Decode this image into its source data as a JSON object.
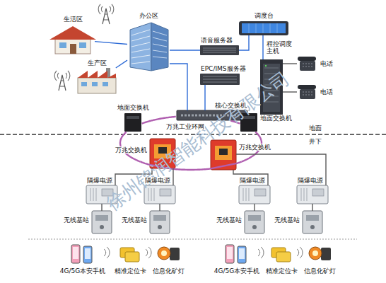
{
  "diagram": {
    "nodes": [
      {
        "text": [
          "生活区"
        ]
      },
      {
        "text": [
          "生产区"
        ]
      },
      {
        "text": [
          "办公区"
        ]
      },
      {
        "text": [
          "调度台"
        ]
      },
      {
        "text": [
          "语音服务器"
        ]
      },
      {
        "text": [
          "程控调度主机"
        ]
      },
      {
        "text": [
          "电话"
        ]
      },
      {
        "text": [
          "电话"
        ]
      },
      {
        "text": [
          "EPC/IMS服务器"
        ]
      },
      {
        "text": [
          "核心交换机"
        ]
      },
      {
        "text": [
          "地面交换机"
        ]
      },
      {
        "text": [
          "地面交换机"
        ]
      },
      {
        "text": [
          "万兆交换机"
        ]
      },
      {
        "text": [
          "万兆交换机"
        ]
      },
      {
        "text": [
          "隔爆电源"
        ]
      },
      {
        "text": [
          "隔爆电源"
        ]
      },
      {
        "text": [
          "隔爆电源"
        ]
      },
      {
        "text": [
          "隔爆电源"
        ]
      },
      {
        "text": [
          "无线基站"
        ]
      },
      {
        "text": [
          "无线基站"
        ]
      },
      {
        "text": [
          "无线基站"
        ]
      },
      {
        "text": [
          "无线基站"
        ]
      },
      {
        "text": [
          "4G/5G本安手机"
        ]
      },
      {
        "text": [
          "精准定位卡"
        ]
      },
      {
        "text": [
          "信息化矿灯"
        ]
      },
      {
        "text": [
          "4G/5G本安手机"
        ]
      },
      {
        "text": [
          "精准定位卡"
        ]
      },
      {
        "text": [
          "信息化矿灯"
        ]
      }
    ],
    "edges": [
      {
        "from": 0,
        "to": 2,
        "arrow": "none"
      },
      {
        "from": 1,
        "to": 2,
        "arrow": "none"
      },
      {
        "from": 2,
        "to": 4,
        "arrow": "none"
      },
      {
        "from": 2,
        "to": 9,
        "arrow": "none"
      },
      {
        "from": 8,
        "to": 9,
        "arrow": "none"
      },
      {
        "from": 4,
        "to": 3,
        "arrow": "none"
      },
      {
        "from": 3,
        "to": 5,
        "arrow": "none"
      },
      {
        "from": 5,
        "to": 6,
        "arrow": "none"
      },
      {
        "from": 5,
        "to": 7,
        "arrow": "none"
      },
      {
        "from": 9,
        "to": 10,
        "arrow": "none"
      },
      {
        "from": 9,
        "to": 11,
        "arrow": "none"
      },
      {
        "from": 10,
        "to": 12,
        "arrow": "none"
      },
      {
        "from": 12,
        "to": 13,
        "arrow": "none"
      },
      {
        "from": 13,
        "to": 11,
        "arrow": "none"
      },
      {
        "from": 12,
        "to": 14,
        "arrow": "none"
      },
      {
        "from": 12,
        "to": 15,
        "arrow": "none"
      },
      {
        "from": 13,
        "to": 16,
        "arrow": "none"
      },
      {
        "from": 13,
        "to": 17,
        "arrow": "none"
      },
      {
        "from": 14,
        "to": 18,
        "arrow": "none"
      },
      {
        "from": 15,
        "to": 19,
        "arrow": "none"
      },
      {
        "from": 16,
        "to": 20,
        "arrow": "none"
      },
      {
        "from": 17,
        "to": 21,
        "arrow": "none"
      }
    ],
    "labels": [
      "万兆工业环网",
      "地面",
      "井下",
      "徐州锦润智能科技有限公司"
    ]
  }
}
